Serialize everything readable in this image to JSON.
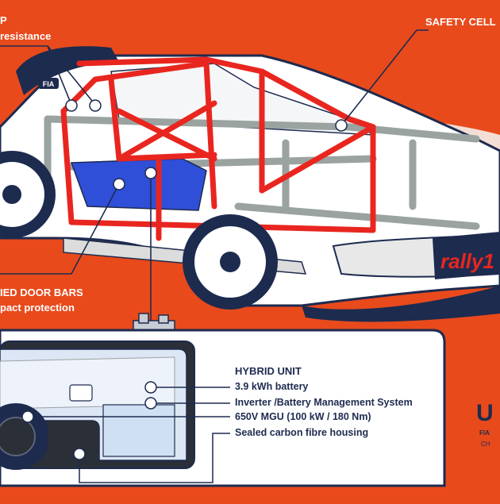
{
  "callouts": {
    "top_left_heading": "P",
    "top_left_sub": "resistance",
    "safety_cell": "SAFETY CELL",
    "door_bars_heading": "IED DOOR BARS",
    "door_bars_sub": "pact protection"
  },
  "car": {
    "badge_text": "FIA",
    "livery_text": "rally1"
  },
  "hybrid_unit": {
    "title": "HYBRID UNIT",
    "items": [
      "3.9 kWh battery",
      "Inverter /Battery Management System",
      "650V MGU (100 kW / 180 Nm)",
      "Sealed carbon fibre housing"
    ]
  },
  "logo": {
    "mark": "U",
    "line1": "FIA",
    "line2": "CH"
  },
  "colors": {
    "background": "#e84a1c",
    "roll_cage": "#e8261f",
    "battery_blue": "#2f4fd8",
    "navy": "#1d2b4f",
    "panel_bg": "#ffffff",
    "structure_grey": "#9aa3a0"
  }
}
